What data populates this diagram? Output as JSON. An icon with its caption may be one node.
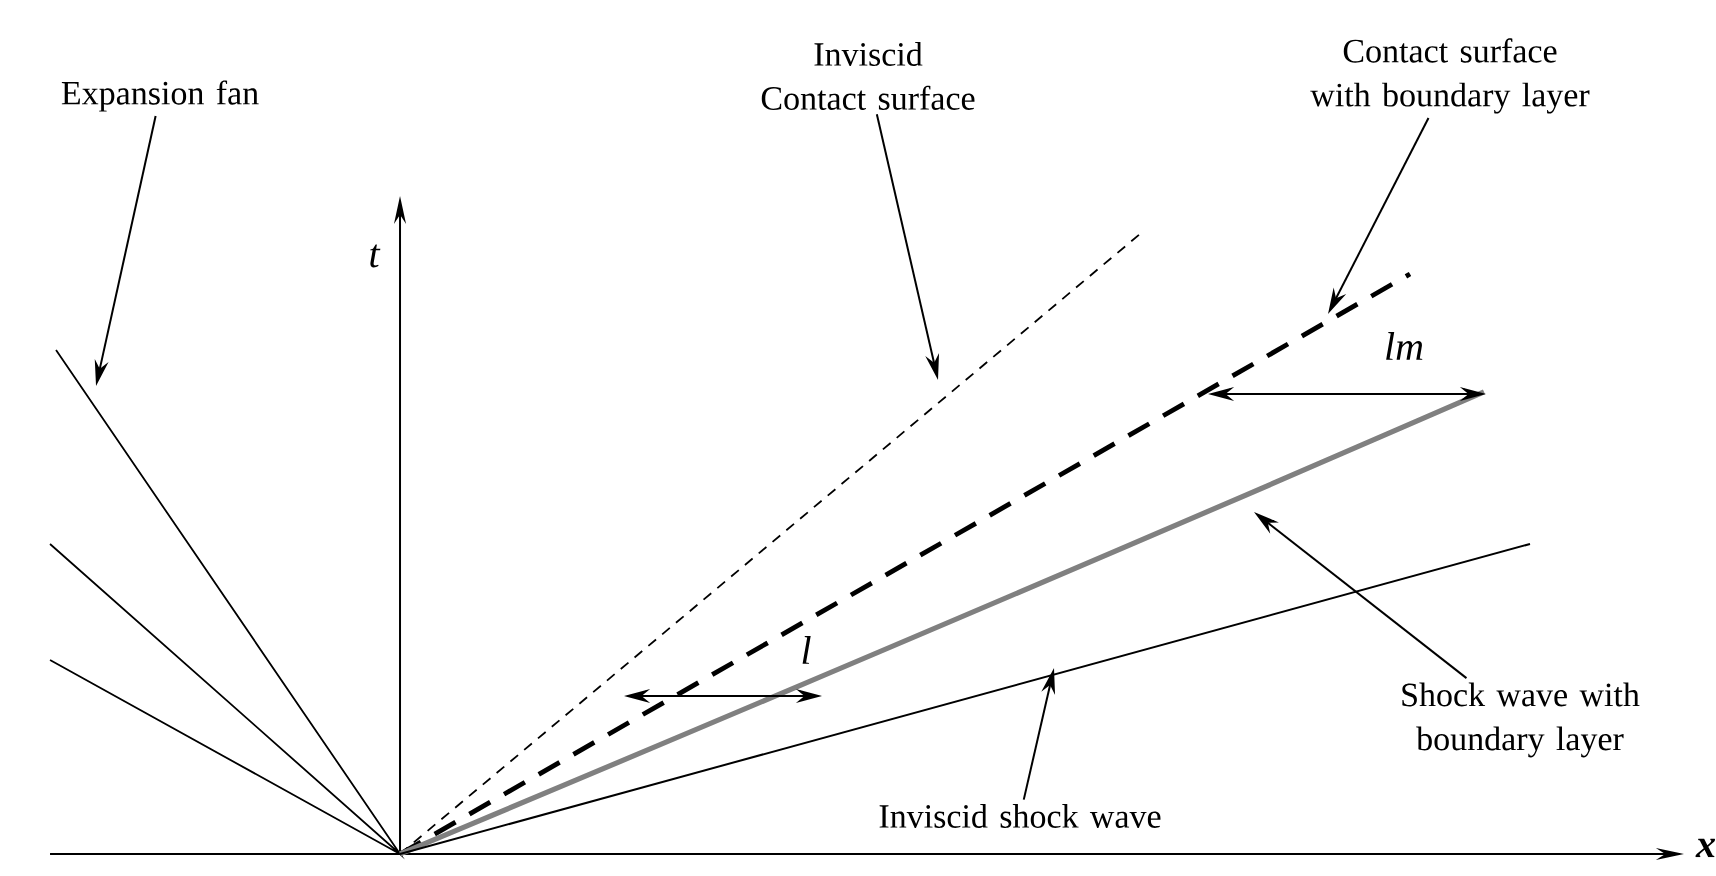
{
  "diagram": {
    "nodes": [
      {
        "text": [
          "Expansion fan"
        ]
      },
      {
        "text": [
          "Inviscid Contact surface"
        ]
      },
      {
        "text": [
          "Contact surface with boundary layer"
        ]
      },
      {
        "text": [
          "Shock wave with boundary layer"
        ]
      },
      {
        "text": [
          "Inviscid shock wave"
        ]
      }
    ],
    "edges": [
      {
        "from": 0,
        "to": null,
        "arrow": "to"
      },
      {
        "from": 1,
        "to": null,
        "arrow": "to"
      },
      {
        "from": 2,
        "to": null,
        "arrow": "to"
      },
      {
        "from": 3,
        "to": null,
        "arrow": "to"
      },
      {
        "from": 4,
        "to": null,
        "arrow": "to"
      }
    ],
    "labels": [
      "t",
      "l",
      "lm",
      "x"
    ]
  }
}
